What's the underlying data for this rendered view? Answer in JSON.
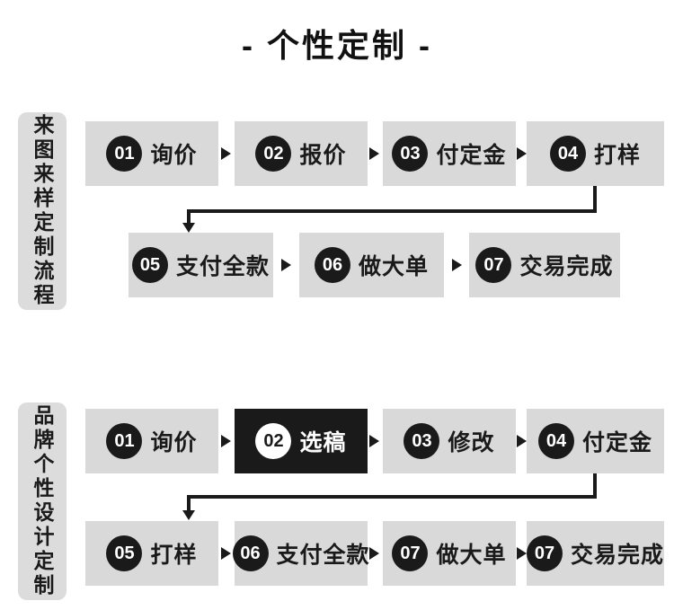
{
  "title": "- 个性定制 -",
  "colors": {
    "page_bg": "#ffffff",
    "box_bg": "#d9d9d9",
    "label_bg": "#dcdcdc",
    "accent_black": "#1a1a1a",
    "highlight_box_bg": "#1a1a1a",
    "highlight_text": "#ffffff"
  },
  "flows": [
    {
      "label": "来图来样定制流程",
      "rows": [
        [
          {
            "num": "01",
            "text": "询价",
            "highlight": false
          },
          {
            "num": "02",
            "text": "报价",
            "highlight": false
          },
          {
            "num": "03",
            "text": "付定金",
            "highlight": false
          },
          {
            "num": "04",
            "text": "打样",
            "highlight": false
          }
        ],
        [
          {
            "num": "05",
            "text": "支付全款",
            "highlight": false
          },
          {
            "num": "06",
            "text": "做大单",
            "highlight": false
          },
          {
            "num": "07",
            "text": "交易完成",
            "highlight": false
          }
        ]
      ]
    },
    {
      "label": "品牌个性设计定制",
      "rows": [
        [
          {
            "num": "01",
            "text": "询价",
            "highlight": false
          },
          {
            "num": "02",
            "text": "选稿",
            "highlight": true
          },
          {
            "num": "03",
            "text": "修改",
            "highlight": false
          },
          {
            "num": "04",
            "text": "付定金",
            "highlight": false
          }
        ],
        [
          {
            "num": "05",
            "text": "打样",
            "highlight": false
          },
          {
            "num": "06",
            "text": "支付全款",
            "highlight": false
          },
          {
            "num": "07",
            "text": "做大单",
            "highlight": false
          },
          {
            "num": "07",
            "text": "交易完成",
            "highlight": false
          }
        ]
      ]
    }
  ]
}
